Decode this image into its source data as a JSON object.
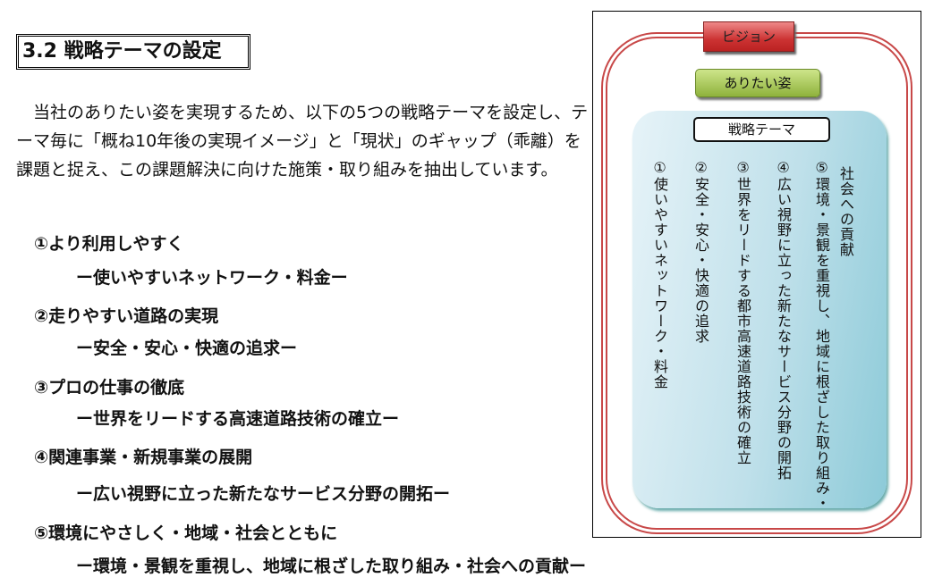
{
  "heading": "3.2  戦略テーマの設定",
  "intro": "当社のありたい姿を実現するため、以下の5つの戦略テーマを設定し、テーマ毎に「概ね10年後の実現イメージ」と「現状」のギャップ（乖離）を課題と捉え、この課題解決に向けた施策・取り組みを抽出しています。",
  "themes": [
    {
      "label": "①より利用しやすく",
      "sub": "ー使いやすいネットワーク・料金ー"
    },
    {
      "label": "②走りやすい道路の実現",
      "sub": "ー安全・安心・快適の追求ー"
    },
    {
      "label": "③プロの仕事の徹底",
      "sub": "ー世界をリードする高速道路技術の確立ー"
    },
    {
      "label": "④関連事業・新規事業の展開",
      "sub": "ー広い視野に立った新たなサービス分野の開拓ー"
    },
    {
      "label": "⑤環境にやさしく・地域・社会とともに",
      "sub": "ー環境・景観を重視し、地域に根ざした取り組み・社会への貢献ー"
    }
  ],
  "diagram": {
    "vision": "ビジョン",
    "ideal": "ありたい姿",
    "theme_title": "戦略テーマ",
    "columns": [
      "①使いやすいネットワーク・料金",
      "②安全・安心・快適の追求",
      "③世界をリードする都市高速道路技術の確立",
      "④広い視野に立った新たなサービス分野の開拓",
      "⑤環境・景観を重視し、地域に根ざした取り組み・",
      "社会への貢献"
    ]
  }
}
